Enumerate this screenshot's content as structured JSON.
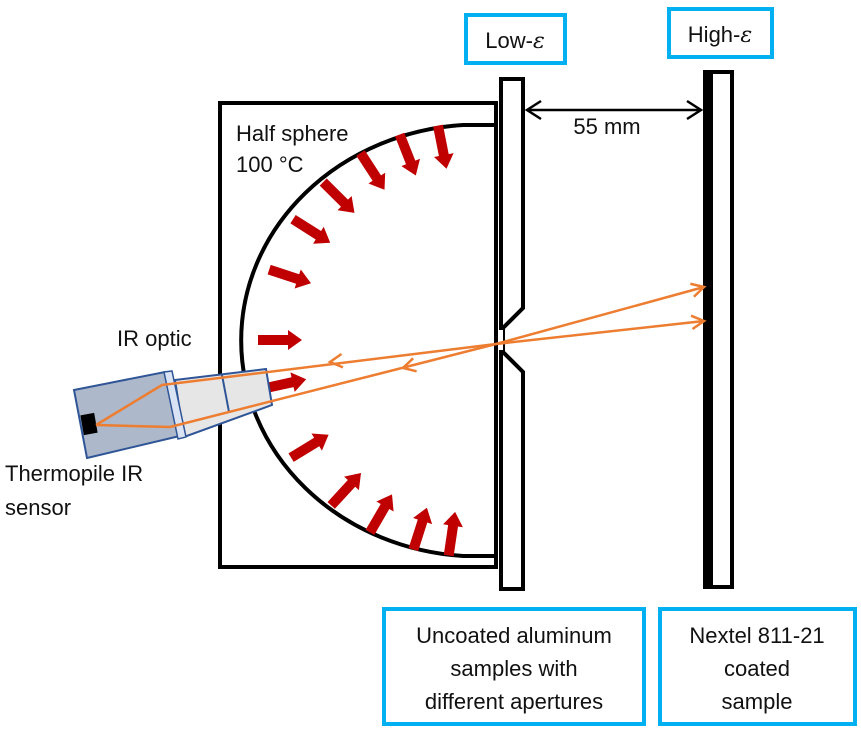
{
  "title": "IR emissivity measurement setup",
  "labels": {
    "half_sphere_line1": "Half sphere",
    "half_sphere_line2": "100 °C",
    "ir_optic": "IR optic",
    "sensor_line1": "Thermopile IR",
    "sensor_line2": "sensor",
    "distance": "55 mm"
  },
  "top_boxes": {
    "low": {
      "text": "Low-",
      "symbol": "ε"
    },
    "high": {
      "text": "High-",
      "symbol": "ε"
    }
  },
  "bottom_boxes": {
    "left": [
      "Uncoated aluminum",
      "samples with",
      "different apertures"
    ],
    "right": [
      "Nextel 811-21",
      "coated",
      "sample"
    ]
  },
  "colors": {
    "box_border": "#00B0F0",
    "heat_arrow": "#C00000",
    "ray": "#ED7D31",
    "sensor_body": "#ADB9CA",
    "sensor_outline": "#2F5597",
    "optic_tube": "#E7E6E6",
    "lens": "#DAE3F3",
    "stroke": "#000000"
  },
  "icons": {
    "heat_arrow": "heat-radiation-arrow-icon",
    "ray_arrow": "ray-direction-arrowhead-icon",
    "dimension_arrow": "double-headed-arrow-icon"
  }
}
